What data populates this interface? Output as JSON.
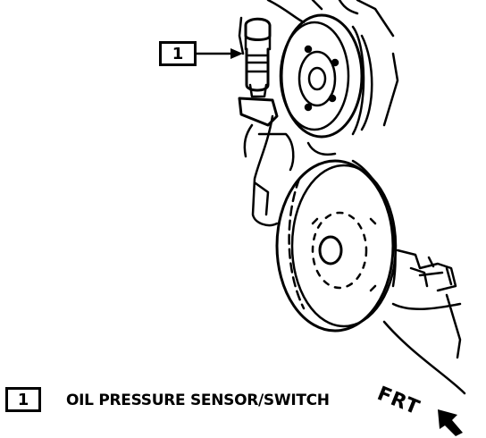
{
  "callouts": [
    {
      "number": "1"
    }
  ],
  "legend": [
    {
      "number": "1",
      "text": "OIL PRESSURE SENSOR/SWITCH"
    }
  ],
  "direction_label": "FRT",
  "icons": {
    "direction_arrow": "arrow-icon"
  }
}
